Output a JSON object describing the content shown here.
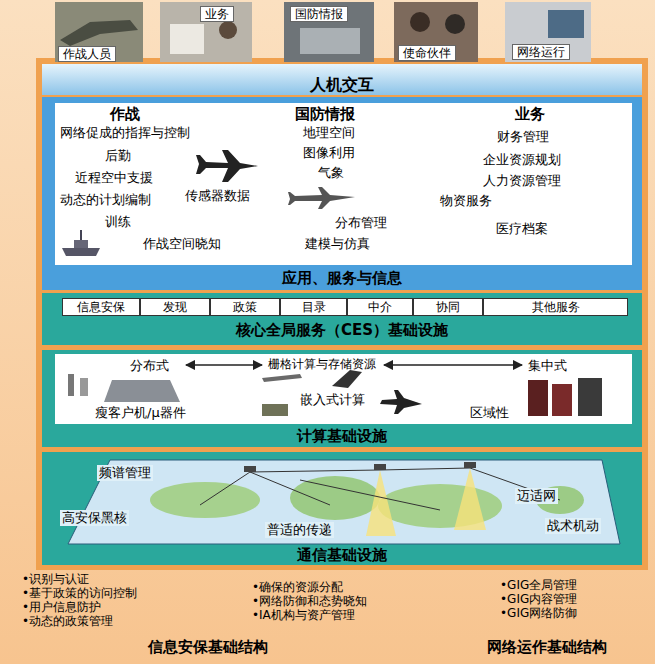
{
  "diagram": {
    "nodes": [
      {
        "text": [
          "作战人员"
        ]
      },
      {
        "text": [
          "业务"
        ]
      },
      {
        "text": [
          "国防情报"
        ]
      },
      {
        "text": [
          "使命伙伴"
        ]
      },
      {
        "text": [
          "网络运行"
        ]
      },
      {
        "text": [
          "人机交互"
        ]
      },
      {
        "text": [
          "作战",
          "网络促成的指挥与控制",
          "后勤",
          "近程空中支援",
          "动态的计划编制",
          "训练",
          "作战空间晓知",
          "传感器数据",
          "国防情报",
          "地理空间",
          "图像利用",
          "气象",
          "分布管理",
          "建模与仿真",
          "业务",
          "财务管理",
          "企业资源规划",
          "人力资源管理",
          "物资服务",
          "医疗档案",
          "应用、服务与信息"
        ]
      },
      {
        "text": [
          "核心全局服务（CES）基础设施"
        ]
      },
      {
        "text": [
          "信息安保"
        ],
        "in": 7
      },
      {
        "text": [
          "发现"
        ],
        "in": 7
      },
      {
        "text": [
          "政策"
        ],
        "in": 7
      },
      {
        "text": [
          "目录"
        ],
        "in": 7
      },
      {
        "text": [
          "中介"
        ],
        "in": 7
      },
      {
        "text": [
          "协同"
        ],
        "in": 7
      },
      {
        "text": [
          "其他服务"
        ],
        "in": 7
      },
      {
        "text": [
          "分布式",
          "栅格计算与存储资源",
          "集中式",
          "瘦客户机/μ器件",
          "嵌入式计算",
          "区域性",
          "计算基础设施"
        ]
      },
      {
        "text": [
          "频谱管理",
          "高安保黑核",
          "普适的传递",
          "迈适网",
          "战术机动",
          "通信基础设施"
        ]
      }
    ],
    "labels": [
      "•识别与认证",
      "•基于政策的访问控制",
      "•用户信息防护",
      "•动态的政策管理",
      "•确保的资源分配",
      "•网络防御和态势晓知",
      "•IA机构与资产管理",
      "•GIG全局管理",
      "•GIG内容管理",
      "•GIG网络防御",
      "信息安保基础结构",
      "网络运作基础结构"
    ]
  }
}
